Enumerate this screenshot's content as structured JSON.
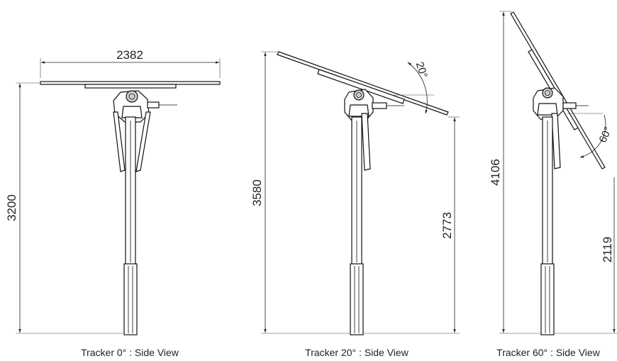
{
  "views": [
    {
      "caption": "Tracker 0° : Side View",
      "width_label": "2382",
      "height_label": "3200"
    },
    {
      "caption": "Tracker 20° : Side View",
      "height_label": "3580",
      "lower_label": "2773",
      "angle_label": "20°"
    },
    {
      "caption": "Tracker 60° : Side View",
      "height_label": "4106",
      "lower_label": "2119",
      "angle_label": "60°"
    }
  ]
}
